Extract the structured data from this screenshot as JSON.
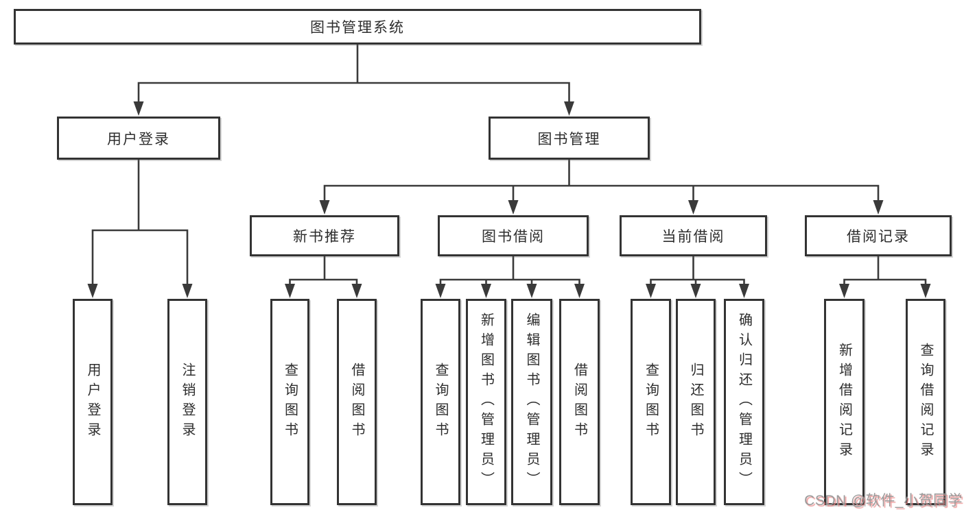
{
  "diagram": {
    "title": "图书管理系统",
    "nodes": [
      {
        "id": "root",
        "label": "图书管理系统"
      },
      {
        "id": "user-login",
        "label": "用户登录"
      },
      {
        "id": "book-mgmt",
        "label": "图书管理"
      },
      {
        "id": "new-book-rec",
        "label": "新书推荐"
      },
      {
        "id": "book-borrow",
        "label": "图书借阅"
      },
      {
        "id": "current-borrow",
        "label": "当前借阅"
      },
      {
        "id": "borrow-records",
        "label": "借阅记录"
      },
      {
        "id": "leaf-user-login",
        "label": "用户登录"
      },
      {
        "id": "leaf-logout",
        "label": "注销登录"
      },
      {
        "id": "nb-query-books",
        "label": "查询图书"
      },
      {
        "id": "nb-borrow-books",
        "label": "借阅图书"
      },
      {
        "id": "bb-query-books",
        "label": "查询图书"
      },
      {
        "id": "bb-add-books",
        "label": "新增图书（管理员）"
      },
      {
        "id": "bb-edit-books",
        "label": "编辑图书（管理员）"
      },
      {
        "id": "bb-borrow-books",
        "label": "借阅图书"
      },
      {
        "id": "cb-query-books",
        "label": "查询图书"
      },
      {
        "id": "cb-return-books",
        "label": "归还图书"
      },
      {
        "id": "cb-confirm-return",
        "label": "确认归还（管理员）"
      },
      {
        "id": "br-add-record",
        "label": "新增借阅记录"
      },
      {
        "id": "br-query-record",
        "label": "查询借阅记录"
      }
    ],
    "edges": [
      [
        "root",
        "user-login"
      ],
      [
        "root",
        "book-mgmt"
      ],
      [
        "user-login",
        "leaf-user-login"
      ],
      [
        "user-login",
        "leaf-logout"
      ],
      [
        "book-mgmt",
        "new-book-rec"
      ],
      [
        "book-mgmt",
        "book-borrow"
      ],
      [
        "book-mgmt",
        "current-borrow"
      ],
      [
        "book-mgmt",
        "borrow-records"
      ],
      [
        "new-book-rec",
        "nb-query-books"
      ],
      [
        "new-book-rec",
        "nb-borrow-books"
      ],
      [
        "book-borrow",
        "bb-query-books"
      ],
      [
        "book-borrow",
        "bb-add-books"
      ],
      [
        "book-borrow",
        "bb-edit-books"
      ],
      [
        "book-borrow",
        "bb-borrow-books"
      ],
      [
        "current-borrow",
        "cb-query-books"
      ],
      [
        "current-borrow",
        "cb-return-books"
      ],
      [
        "current-borrow",
        "cb-confirm-return"
      ],
      [
        "borrow-records",
        "br-add-record"
      ],
      [
        "borrow-records",
        "br-query-record"
      ]
    ]
  },
  "watermark": {
    "text": "CSDN @软件_小贺同学"
  },
  "colors": {
    "line": "#3a3a3a",
    "box_border": "#333333",
    "text": "#2d2d2d",
    "watermark": "#9b9b9b"
  }
}
